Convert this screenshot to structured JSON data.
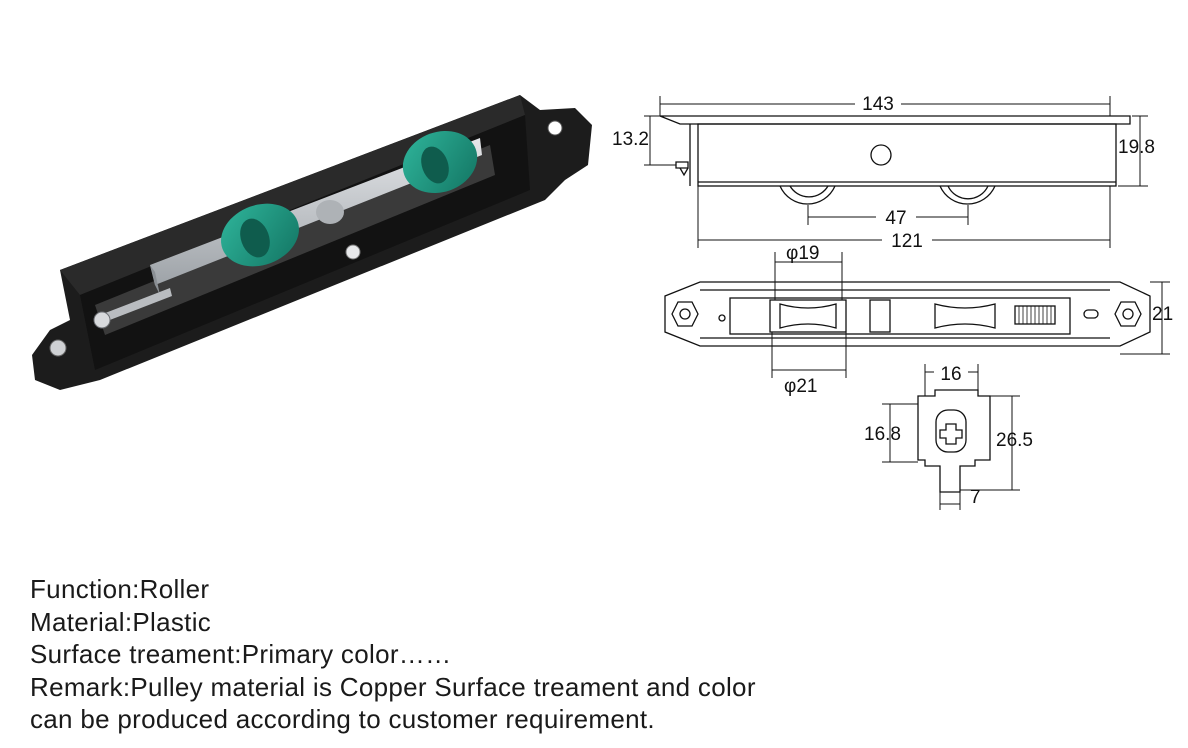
{
  "dimensions": {
    "total_length": "143",
    "top_height": "13.2",
    "body_height": "19.8",
    "wheel_spacing": "47",
    "body_length": "121",
    "wheel_dia_inner": "φ19",
    "wheel_dia_outer": "φ21",
    "width": "21",
    "section_width": "16",
    "section_height": "16.8",
    "section_total_height": "26.5",
    "section_stem": "7"
  },
  "specs": {
    "function": "Function:Roller",
    "material": "Material:Plastic",
    "surface": "Surface treament:Primary color……",
    "remark_line1": "Remark:Pulley material is Copper Surface treament and color",
    "remark_line2": "can be produced according to customer requirement."
  },
  "colors": {
    "housing": "#1c1c1c",
    "wheel": "#1f9a84",
    "metal": "#c9ccd0"
  }
}
